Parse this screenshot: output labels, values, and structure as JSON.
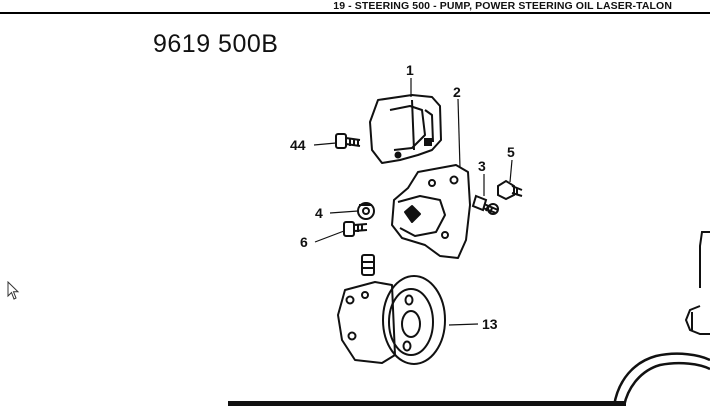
{
  "header": {
    "title": "19 - STEERING 500 - PUMP, POWER STEERING OIL LASER-TALON"
  },
  "diagram": {
    "code": "9619  500B",
    "callouts": {
      "c1": "1",
      "c2": "2",
      "c3": "3",
      "c4": "4",
      "c5": "5",
      "c6": "6",
      "c13": "13",
      "c44": "44"
    }
  },
  "icons": {
    "cursor": "mouse-pointer-icon"
  }
}
